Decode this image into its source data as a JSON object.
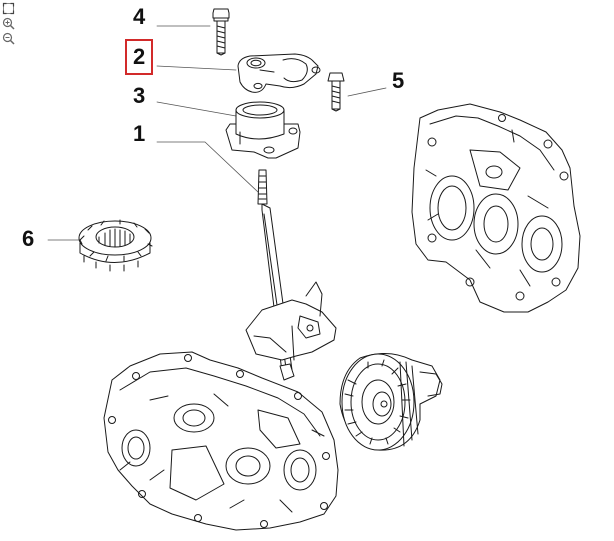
{
  "toolbar": {
    "items": [
      {
        "name": "fit-icon"
      },
      {
        "name": "zoom-in-icon"
      },
      {
        "name": "zoom-out-icon"
      }
    ]
  },
  "diagram": {
    "stroke_color": "#1a1a1a",
    "leader_color": "#555555",
    "highlight_color": "#d22a2a",
    "callouts": [
      {
        "id": "4",
        "label": "4"
      },
      {
        "id": "2",
        "label": "2",
        "selected": true
      },
      {
        "id": "3",
        "label": "3"
      },
      {
        "id": "1",
        "label": "1"
      },
      {
        "id": "5",
        "label": "5"
      },
      {
        "id": "6",
        "label": "6"
      }
    ]
  }
}
